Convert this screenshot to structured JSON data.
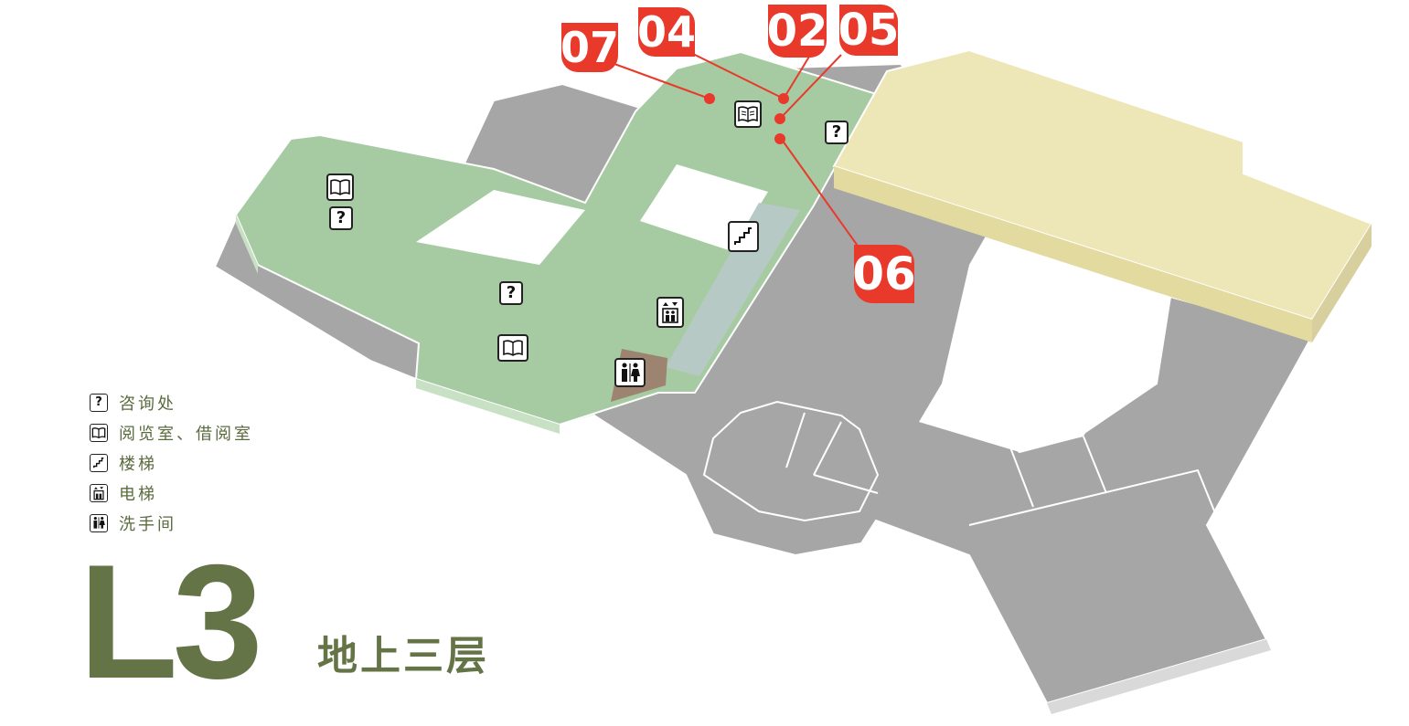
{
  "map": {
    "floor_code": "L3",
    "floor_name": "地上三层",
    "zone_colors": {
      "library_zone": "#a6cba2",
      "adjacent_block": "#ede6b7",
      "other_area": "#a6a6a6",
      "stair_well": "#b7c9c4",
      "restroom_block": "#9c8470",
      "marker": "#e8392b",
      "legend_text": "#5a6b3e",
      "title_text": "#647446"
    }
  },
  "markers": [
    {
      "id": "07",
      "label": "07"
    },
    {
      "id": "04",
      "label": "04"
    },
    {
      "id": "02",
      "label": "02"
    },
    {
      "id": "05",
      "label": "05"
    },
    {
      "id": "06",
      "label": "06"
    }
  ],
  "legend": [
    {
      "icon": "question-icon",
      "label": "咨询处"
    },
    {
      "icon": "book-icon",
      "label": "阅览室、借阅室"
    },
    {
      "icon": "stairs-icon",
      "label": "楼梯"
    },
    {
      "icon": "elevator-icon",
      "label": "电梯"
    },
    {
      "icon": "restroom-icon",
      "label": "洗手间"
    }
  ],
  "icons": {
    "question_glyph": "?"
  }
}
